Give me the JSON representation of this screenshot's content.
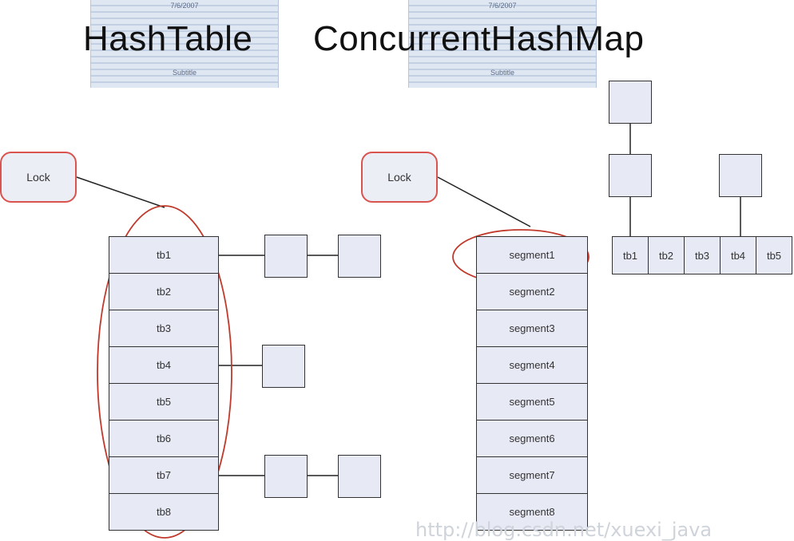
{
  "slides": {
    "left": {
      "date": "7/6/2007",
      "subtitle": "Subtitle"
    },
    "right": {
      "date": "7/6/2007",
      "subtitle": "Subtitle"
    }
  },
  "titles": {
    "hashtable": "HashTable",
    "concurrent": "ConcurrentHashMap"
  },
  "locks": {
    "left": "Lock",
    "right": "Lock"
  },
  "hashtable_buckets": [
    "tb1",
    "tb2",
    "tb3",
    "tb4",
    "tb5",
    "tb6",
    "tb7",
    "tb8"
  ],
  "segments": [
    "segment1",
    "segment2",
    "segment3",
    "segment4",
    "segment5",
    "segment6",
    "segment7",
    "segment8"
  ],
  "segment_buckets": [
    "tb1",
    "tb2",
    "tb3",
    "tb4",
    "tb5"
  ],
  "colors": {
    "lock_border": "#d9534f",
    "ellipse": "#c0392b",
    "cell_fill": "#e7e9f5"
  },
  "watermark": "http://blog.csdn.net/xuexi_java"
}
